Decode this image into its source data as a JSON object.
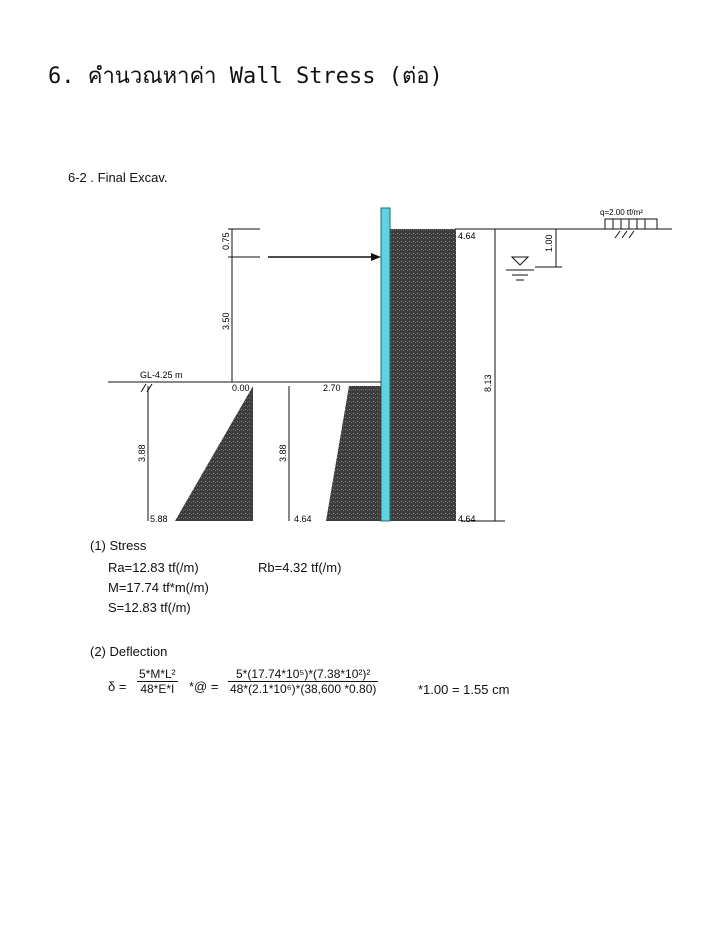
{
  "heading": "6. คำนวณหาค่า Wall Stress (ต่อ)",
  "section_title": "6-2 . Final Excav.",
  "diagram": {
    "surcharge_label": "q=2.00 tf/m²",
    "dim_top": "0.75",
    "dim_strut_to_gl": "3.50",
    "dim_water": "1.00",
    "dim_wall_height": "8.13",
    "dim_left_depth": "3.88",
    "dim_mid_depth": "3.88",
    "gl_label": "GL-4.25 m",
    "pressure_top_right": "4.64",
    "pressure_bottom_right": "4.64",
    "passive_top_value": "0.00",
    "passive_bottom_value": "5.88",
    "mid_top_value": "2.70",
    "mid_bottom_value": "4.64",
    "colors": {
      "wall": "#5fd3e0",
      "hatch": "#555555"
    }
  },
  "stress": {
    "title": "(1) Stress",
    "ra": "Ra=12.83 tf(/m)",
    "rb": "Rb=4.32 tf(/m)",
    "m": "M=17.74 tf*m(/m)",
    "s": "S=12.83 tf(/m)"
  },
  "deflection": {
    "title": "(2) Deflection",
    "symbol": "δ =",
    "f1_num": "5*M*L²",
    "f1_den": "48*E*I",
    "at_eq": "*@ =",
    "f2_num": "5*(17.74*10⁵)*(7.38*10²)²",
    "f2_den": "48*(2.1*10⁶)*(38,600 *0.80)",
    "result": "*1.00 = 1.55 cm"
  }
}
